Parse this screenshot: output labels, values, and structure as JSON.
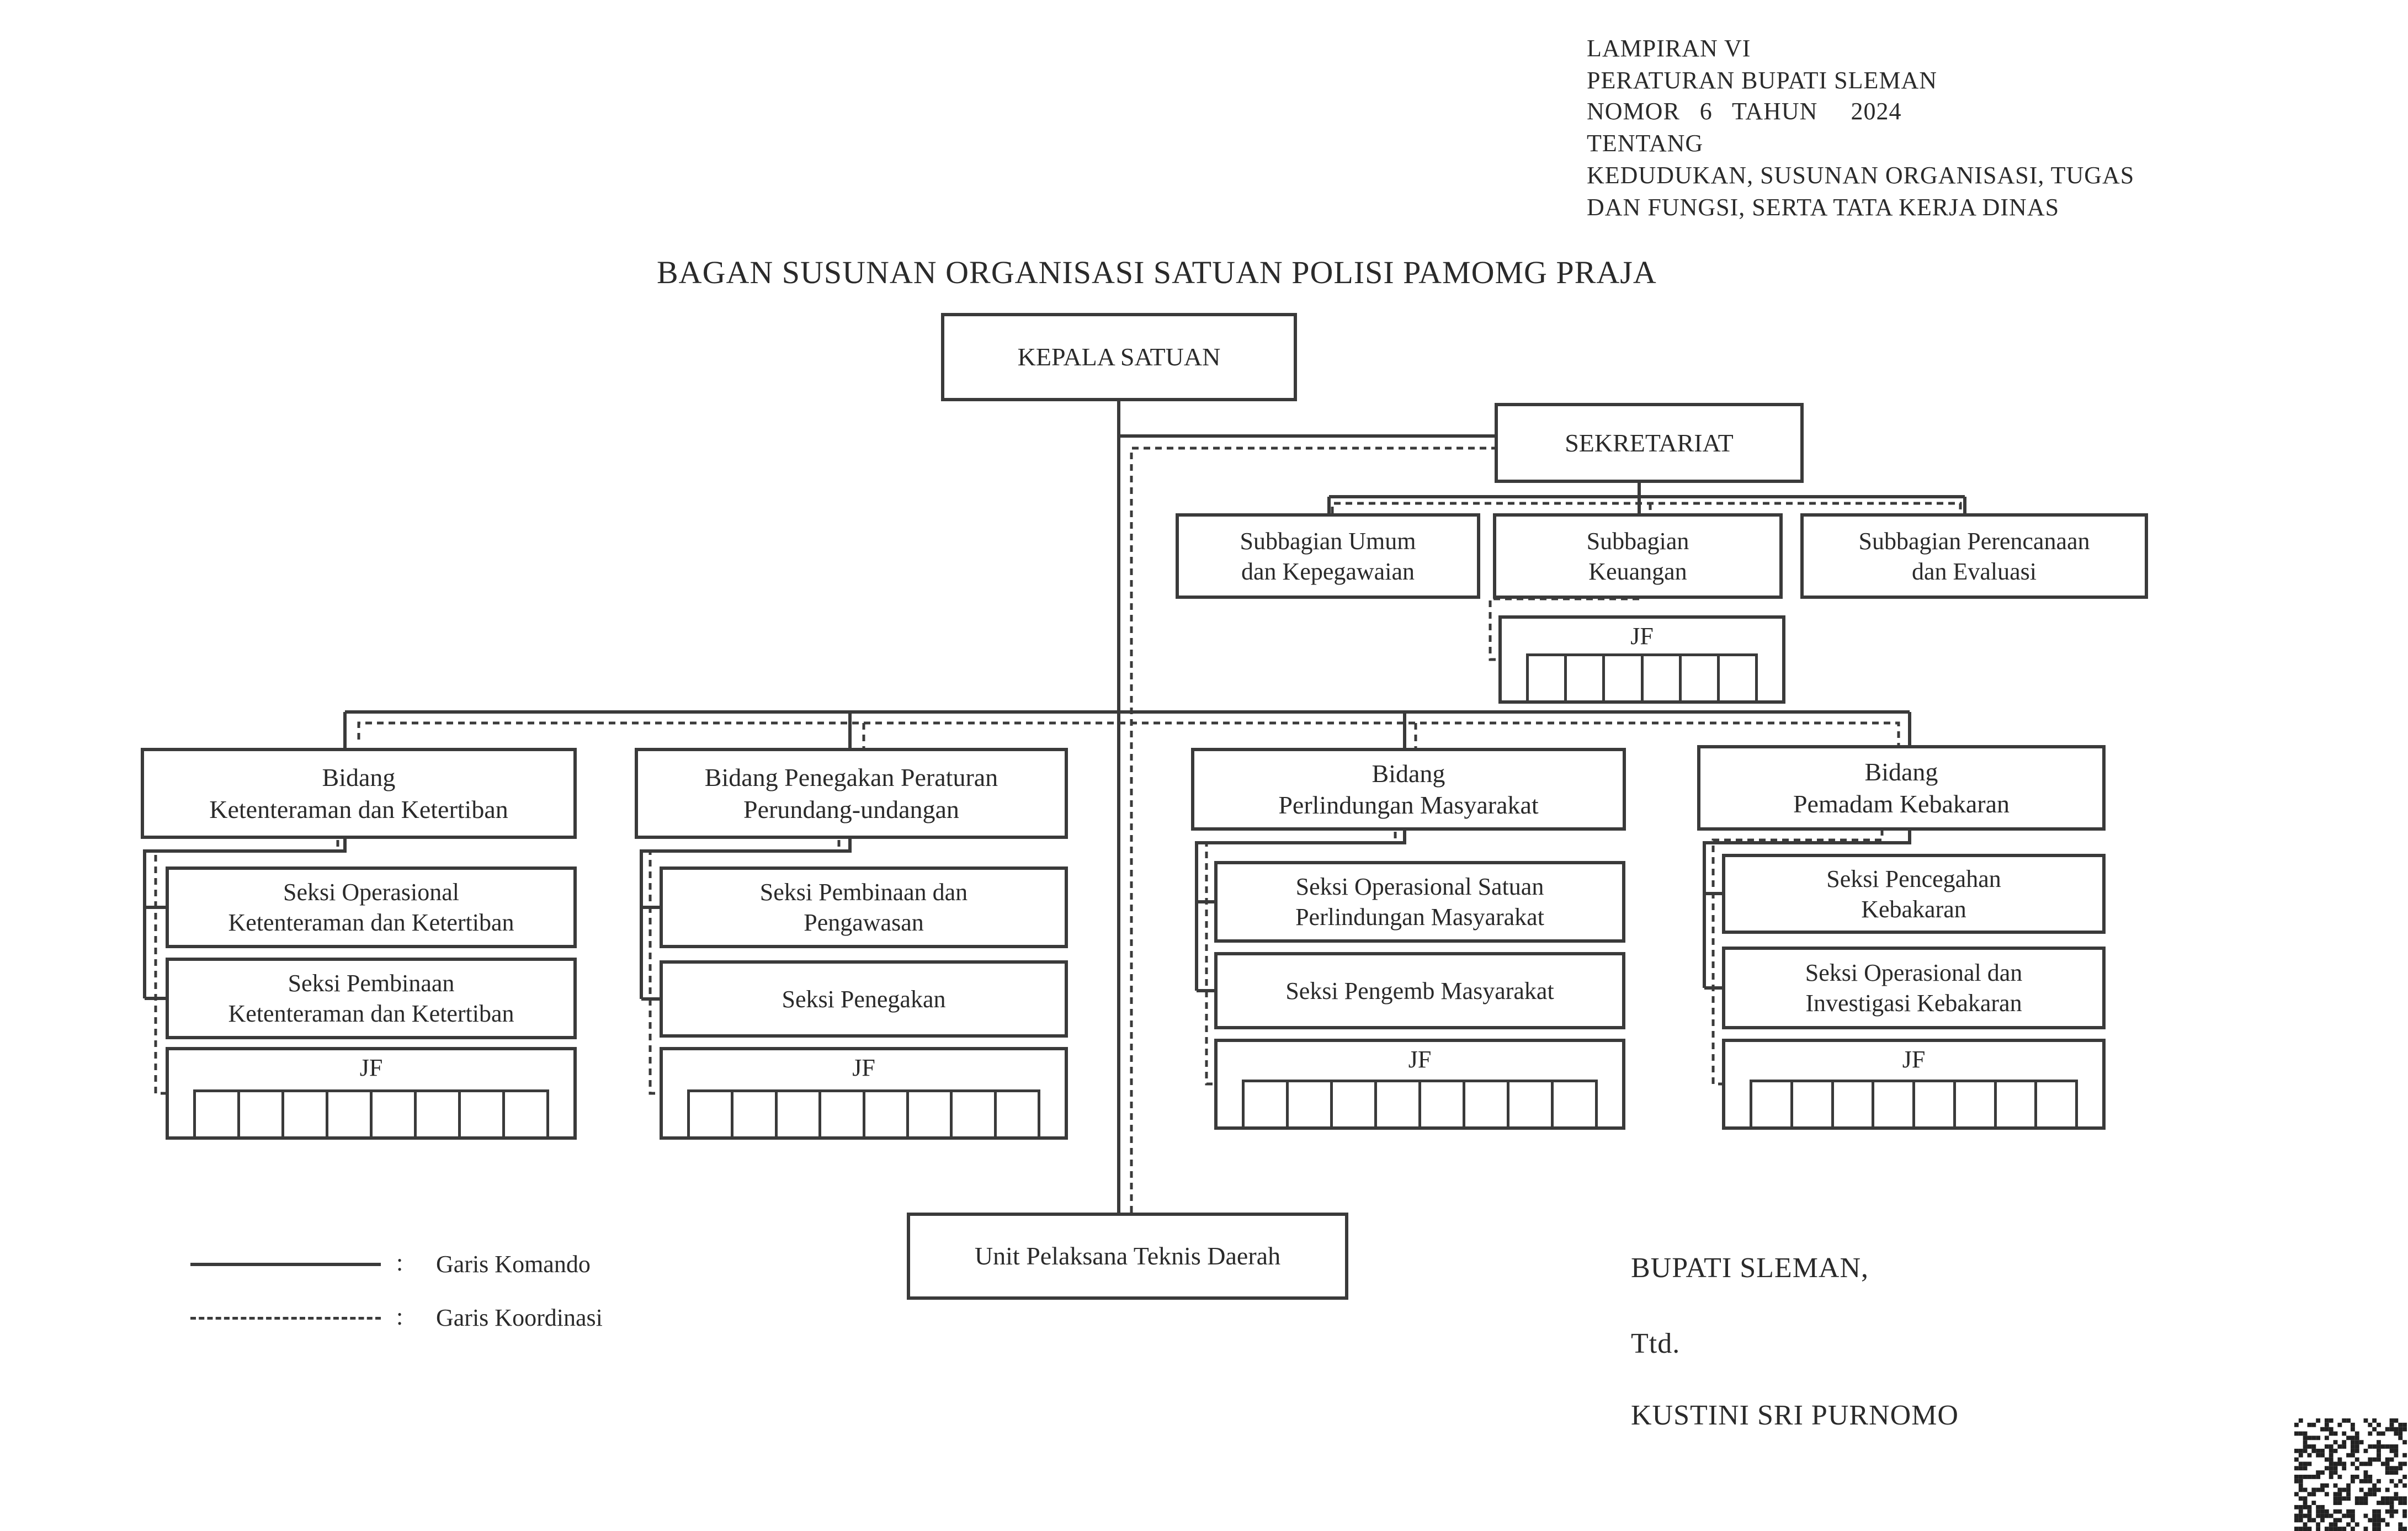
{
  "header": {
    "lines": [
      "LAMPIRAN VI",
      "PERATURAN BUPATI SLEMAN",
      "NOMOR   6   TAHUN     2024",
      "TENTANG",
      "KEDUDUKAN, SUSUNAN ORGANISASI, TUGAS",
      "DAN FUNGSI, SERTA TATA KERJA DINAS"
    ]
  },
  "title": "BAGAN SUSUNAN ORGANISASI SATUAN POLISI PAMOMG PRAJA",
  "chart": {
    "head": "KEPALA SATUAN",
    "secretariat": {
      "name": "SEKRETARIAT",
      "subunits": [
        "Subbagian Umum\ndan Kepegawaian",
        "Subbagian\nKeuangan",
        "Subbagian Perencanaan\ndan Evaluasi"
      ],
      "jf": "JF"
    },
    "divisions": [
      {
        "name": "Bidang\nKetenteraman dan Ketertiban",
        "sections": [
          "Seksi Operasional\nKetenteraman dan Ketertiban",
          "Seksi Pembinaan\nKetenteraman dan Ketertiban"
        ],
        "jf": "JF"
      },
      {
        "name": "Bidang Penegakan Peraturan\nPerundang-undangan",
        "sections": [
          "Seksi Pembinaan dan\nPengawasan",
          "Seksi Penegakan"
        ],
        "jf": "JF"
      },
      {
        "name": "Bidang\nPerlindungan Masyarakat",
        "sections": [
          "Seksi Operasional Satuan\nPerlindungan Masyarakat",
          "Seksi Pengemb Masyarakat"
        ],
        "jf": "JF"
      },
      {
        "name": "Bidang\nPemadam Kebakaran",
        "sections": [
          "Seksi Pencegahan\nKebakaran",
          "Seksi Operasional dan\nInvestigasi Kebakaran"
        ],
        "jf": "JF"
      }
    ],
    "uptd": "Unit Pelaksana Teknis Daerah"
  },
  "legend": {
    "command": {
      "sep": ":",
      "label": "Garis Komando"
    },
    "coordination": {
      "sep": ":",
      "label": "Garis Koordinasi"
    }
  },
  "signature": {
    "office": "BUPATI SLEMAN,",
    "ttd": "Ttd.",
    "name": "KUSTINI SRI PURNOMO"
  },
  "colors": {
    "line": "#3a3a3a",
    "text": "#2a2a2a"
  }
}
